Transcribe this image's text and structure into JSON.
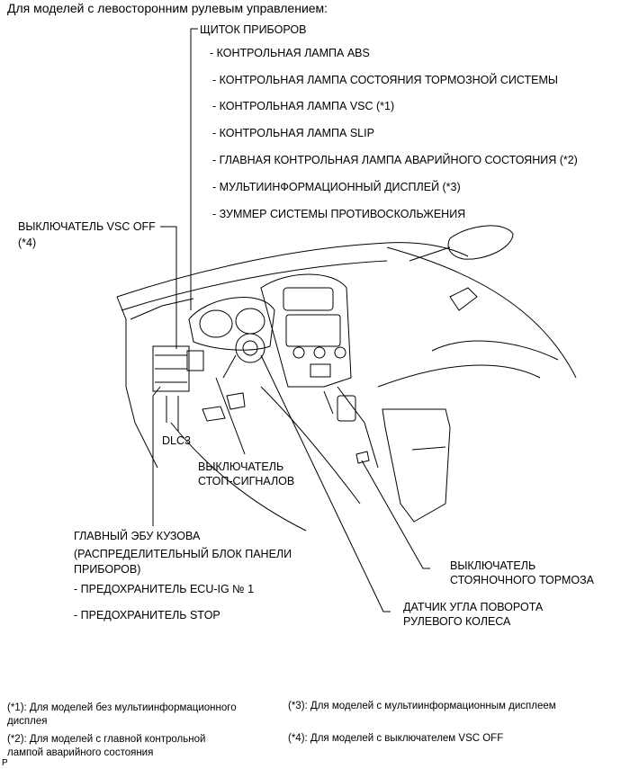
{
  "title": "Для моделей с левосторонним рулевым управлением:",
  "labels": {
    "combination_meter": "ЩИТОК ПРИБОРОВ",
    "meter_items": [
      "- КОНТРОЛЬНАЯ ЛАМПА ABS",
      "- КОНТРОЛЬНАЯ ЛАМПА СОСТОЯНИЯ ТОРМОЗНОЙ СИСТЕМЫ",
      "- КОНТРОЛЬНАЯ ЛАМПА VSC (*1)",
      "- КОНТРОЛЬНАЯ ЛАМПА SLIP",
      "- ГЛАВНАЯ КОНТРОЛЬНАЯ ЛАМПА АВАРИЙНОГО СОСТОЯНИЯ (*2)",
      "- МУЛЬТИИНФОРМАЦИОННЫЙ ДИСПЛЕЙ (*3)",
      "- ЗУММЕР СИСТЕМЫ ПРОТИВОСКОЛЬЖЕНИЯ"
    ],
    "vsc_off_switch": "ВЫКЛЮЧАТЕЛЬ VSC OFF",
    "vsc_off_note": "(*4)",
    "dlc3": "DLC3",
    "stop_light_switch_1": "ВЫКЛЮЧАТЕЛЬ",
    "stop_light_switch_2": "СТОП-СИГНАЛОВ",
    "main_body_ecu": "ГЛАВНЫЙ ЭБУ КУЗОВА",
    "junction_block_1": "(РАСПРЕДЕЛИТЕЛЬНЫЙ БЛОК ПАНЕЛИ",
    "junction_block_2": "ПРИБОРОВ)",
    "fuse_ecu_ig": "- ПРЕДОХРАНИТЕЛЬ ECU-IG № 1",
    "fuse_stop": "- ПРЕДОХРАНИТЕЛЬ STOP",
    "parking_brake_1": "ВЫКЛЮЧАТЕЛЬ",
    "parking_brake_2": "СТОЯНОЧНОГО ТОРМОЗА",
    "steering_sensor_1": "ДАТЧИК УГЛА ПОВОРОТА",
    "steering_sensor_2": "РУЛЕВОГО КОЛЕСА"
  },
  "footnotes": {
    "n1_line1": "(*1): Для моделей без мультиинформационного",
    "n1_line2": "дисплея",
    "n2_line1": "(*2): Для моделей с главной контрольной",
    "n2_line2": "лампой аварийного состояния",
    "n3": "(*3): Для моделей с мультиинформационным дисплеем",
    "n4": "(*4): Для моделей с выключателем VSC OFF"
  },
  "corner_mark": "P"
}
